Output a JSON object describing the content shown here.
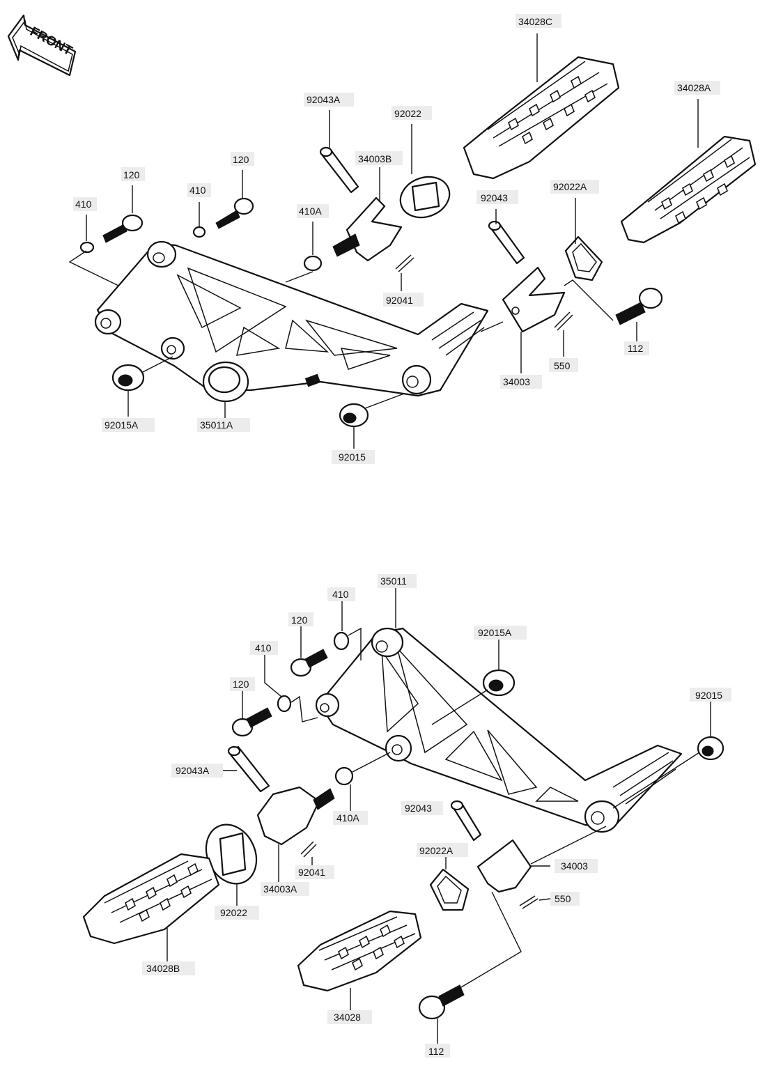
{
  "front_arrow": {
    "label": "FRONT",
    "icon": "front-arrow-icon"
  },
  "top_assembly": {
    "labels": {
      "p34028C": "34028C",
      "p34028A": "34028A",
      "p92043A": "92043A",
      "p92022": "92022",
      "p34003B": "34003B",
      "p120a": "120",
      "p120b": "120",
      "p410a": "410",
      "p410b": "410",
      "p410A": "410A",
      "p92043": "92043",
      "p92022A": "92022A",
      "p92041": "92041",
      "p112": "112",
      "p550": "550",
      "p34003": "34003",
      "p92015A": "92015A",
      "p35011A": "35011A",
      "p92015": "92015"
    }
  },
  "bottom_assembly": {
    "labels": {
      "p35011": "35011",
      "p410a": "410",
      "p410b": "410",
      "p120a": "120",
      "p120b": "120",
      "p92015A": "92015A",
      "p92015": "92015",
      "p92043A": "92043A",
      "p410A": "410A",
      "p92043": "92043",
      "p92022A": "92022A",
      "p34003": "34003",
      "p92041": "92041",
      "p550": "550",
      "p92022": "92022",
      "p34003A": "34003A",
      "p34028B": "34028B",
      "p34028": "34028",
      "p112": "112"
    }
  }
}
